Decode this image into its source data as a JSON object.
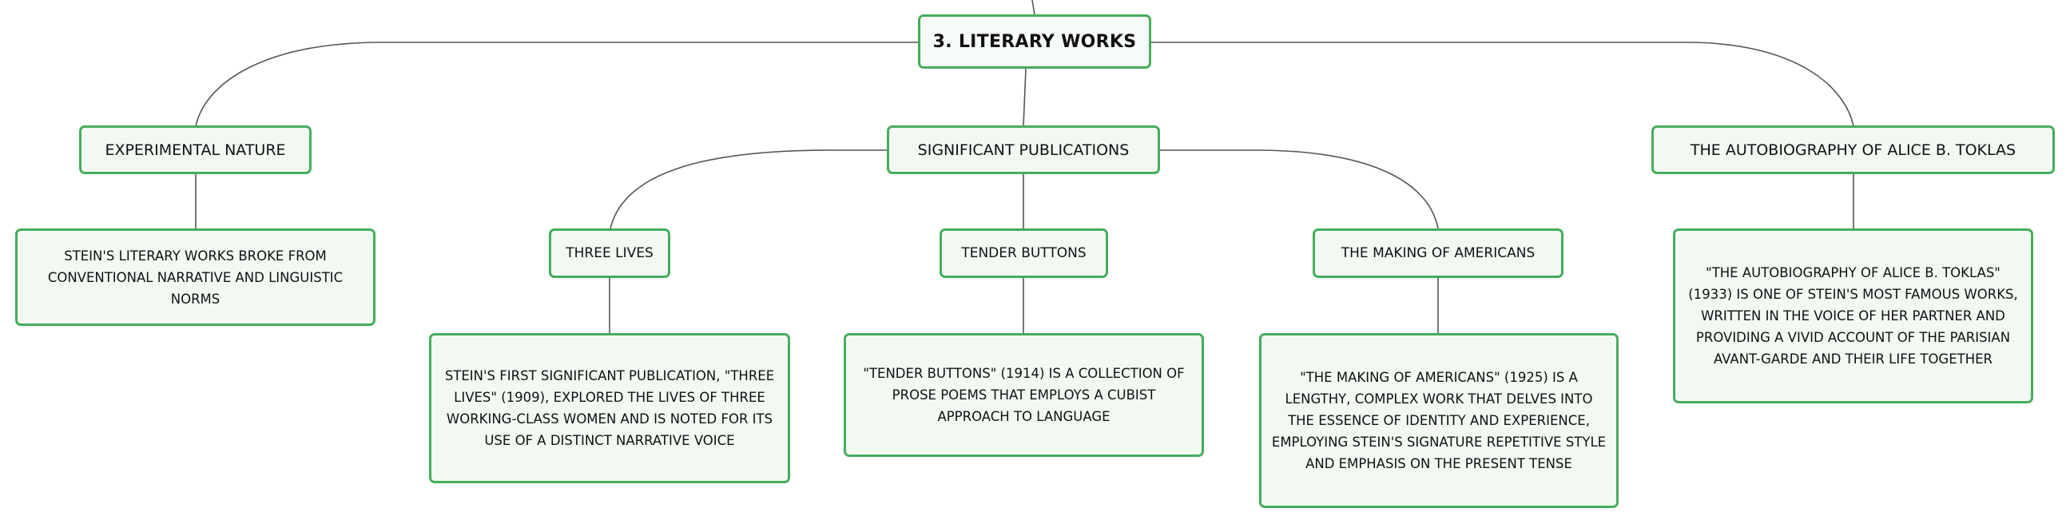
{
  "mindmap": {
    "root": {
      "label": "3. LITERARY WORKS"
    },
    "branches": [
      {
        "label": "EXPERIMENTAL NATURE",
        "children": [
          {
            "label": "STEIN'S LITERARY WORKS BROKE FROM CONVENTIONAL NARRATIVE AND LINGUISTIC NORMS"
          }
        ]
      },
      {
        "label": "SIGNIFICANT PUBLICATIONS",
        "children": [
          {
            "label": "THREE LIVES",
            "detail": "STEIN'S FIRST SIGNIFICANT PUBLICATION, \"THREE LIVES\" (1909), EXPLORED THE LIVES OF THREE WORKING-CLASS WOMEN AND IS NOTED FOR ITS USE OF A DISTINCT NARRATIVE VOICE"
          },
          {
            "label": "TENDER BUTTONS",
            "detail": "\"TENDER BUTTONS\" (1914) IS A COLLECTION OF PROSE POEMS THAT EMPLOYS A CUBIST APPROACH TO LANGUAGE"
          },
          {
            "label": "THE MAKING OF AMERICANS",
            "detail": "\"THE MAKING OF AMERICANS\" (1925) IS A LENGTHY, COMPLEX WORK THAT DELVES INTO THE ESSENCE OF IDENTITY AND EXPERIENCE, EMPLOYING STEIN'S SIGNATURE REPETITIVE STYLE AND EMPHASIS ON THE PRESENT TENSE"
          }
        ]
      },
      {
        "label": "THE AUTOBIOGRAPHY OF ALICE B. TOKLAS",
        "children": [
          {
            "label": "\"THE AUTOBIOGRAPHY OF ALICE B. TOKLAS\" (1933) IS ONE OF STEIN'S MOST FAMOUS WORKS, WRITTEN IN THE VOICE OF HER PARTNER AND PROVIDING A VIVID ACCOUNT OF THE PARISIAN AVANT-GARDE AND THEIR LIFE TOGETHER"
          }
        ]
      }
    ]
  },
  "colors": {
    "node_border": "#46ad5b",
    "node_fill": "#f2f9f3",
    "connector": "#555555",
    "text": "#111111"
  }
}
